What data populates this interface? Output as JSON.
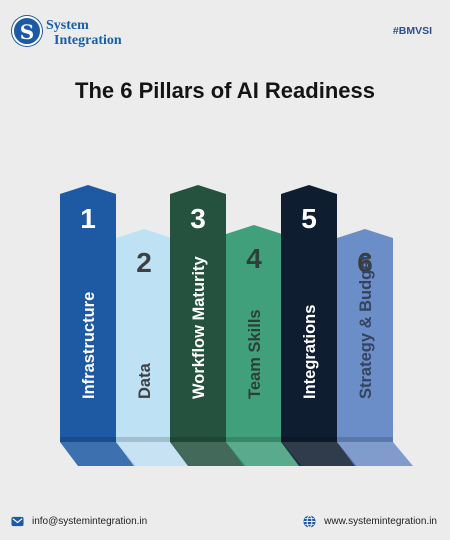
{
  "brand": {
    "line1": "System",
    "line2": "Integration",
    "badge_letter": "S"
  },
  "hashtag": "#BMVSI",
  "title": "The 6 Pillars of AI Readiness",
  "pillars": [
    {
      "number": "1",
      "label": "Infrastructure",
      "color": "#1d5aa3",
      "text_color": "#ffffff",
      "number_color": "#ffffff"
    },
    {
      "number": "2",
      "label": "Data",
      "color": "#bfe1f4",
      "text_color": "#404040",
      "number_color": "#3f3f3f"
    },
    {
      "number": "3",
      "label": "Workflow Maturity",
      "color": "#24523f",
      "text_color": "#ffffff",
      "number_color": "#ffffff"
    },
    {
      "number": "4",
      "label": "Team Skills",
      "color": "#41a07c",
      "text_color": "#2e3f3a",
      "number_color": "#2e3f3a"
    },
    {
      "number": "5",
      "label": "Integrations",
      "color": "#0f1d30",
      "text_color": "#ffffff",
      "number_color": "#ffffff"
    },
    {
      "number": "6",
      "label": "Strategy & Budget",
      "color": "#6c8ec8",
      "text_color": "#34435f",
      "number_color": "#3c3c3c"
    }
  ],
  "footer": {
    "email": "info@systemintegration.in",
    "website": "www.systemintegration.in"
  },
  "icons": {
    "email": "envelope-icon",
    "website": "globe-icon"
  },
  "colors": {
    "brand": "#1c5aa5"
  }
}
